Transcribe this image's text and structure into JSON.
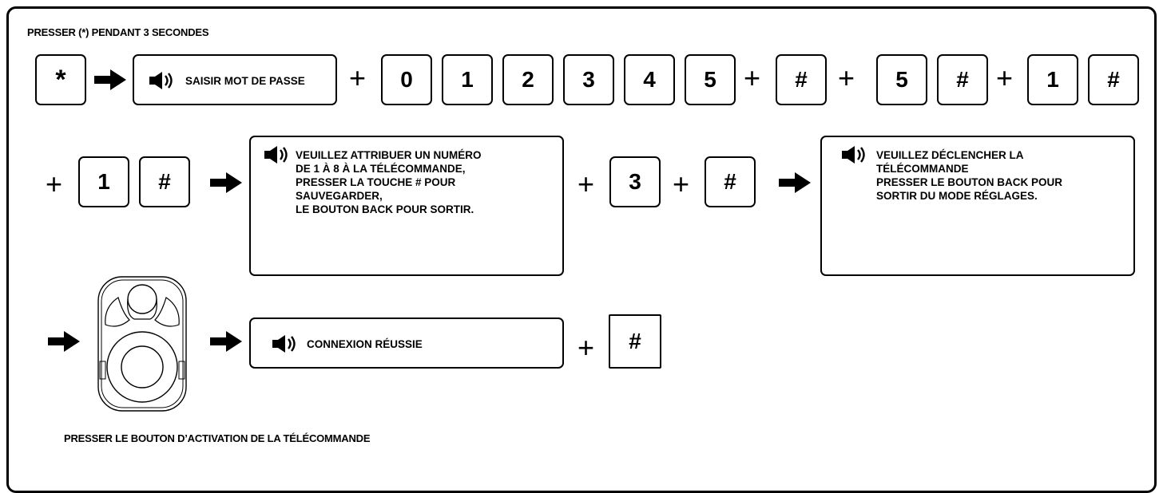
{
  "captions": {
    "top": "PRESSER (*) PENDANT 3 SECONDES",
    "bottom": "PRESSER LE BOUTON D’ACTIVATION DE LA TÉLÉCOMMANDE"
  },
  "row1": {
    "star_key": "*",
    "password_prompt": "SAISIR MOT DE PASSE",
    "password_keys": [
      "0",
      "1",
      "2",
      "3",
      "4",
      "5"
    ],
    "hash_key_1": "#",
    "key_5": "5",
    "hash_key_2": "#",
    "key_1": "1",
    "hash_key_3": "#"
  },
  "row2": {
    "key_1": "1",
    "hash_key_1": "#",
    "assign_prompt": "VEUILLEZ ATTRIBUER UN NUMÉRO\nDE 1 À 8 À LA TÉLÉCOMMANDE,\nPRESSER LA TOUCHE # POUR\nSAUVEGARDER,\nLE BOUTON BACK POUR SORTIR.",
    "key_3": "3",
    "hash_key_2": "#",
    "trigger_prompt": "VEUILLEZ DÉCLENCHER LA\nTÉLÉCOMMANDE\nPRESSER LE BOUTON BACK POUR\nSORTIR DU MODE RÉGLAGES."
  },
  "row3": {
    "success_prompt": "CONNEXION RÉUSSIE",
    "hash_key": "#"
  },
  "operators": {
    "plus": "+"
  },
  "icons": {
    "arrow": "arrow-right-icon",
    "speaker": "speaker-icon",
    "remote": "remote-control-icon"
  },
  "colors": {
    "ink": "#000000",
    "background": "#ffffff"
  }
}
